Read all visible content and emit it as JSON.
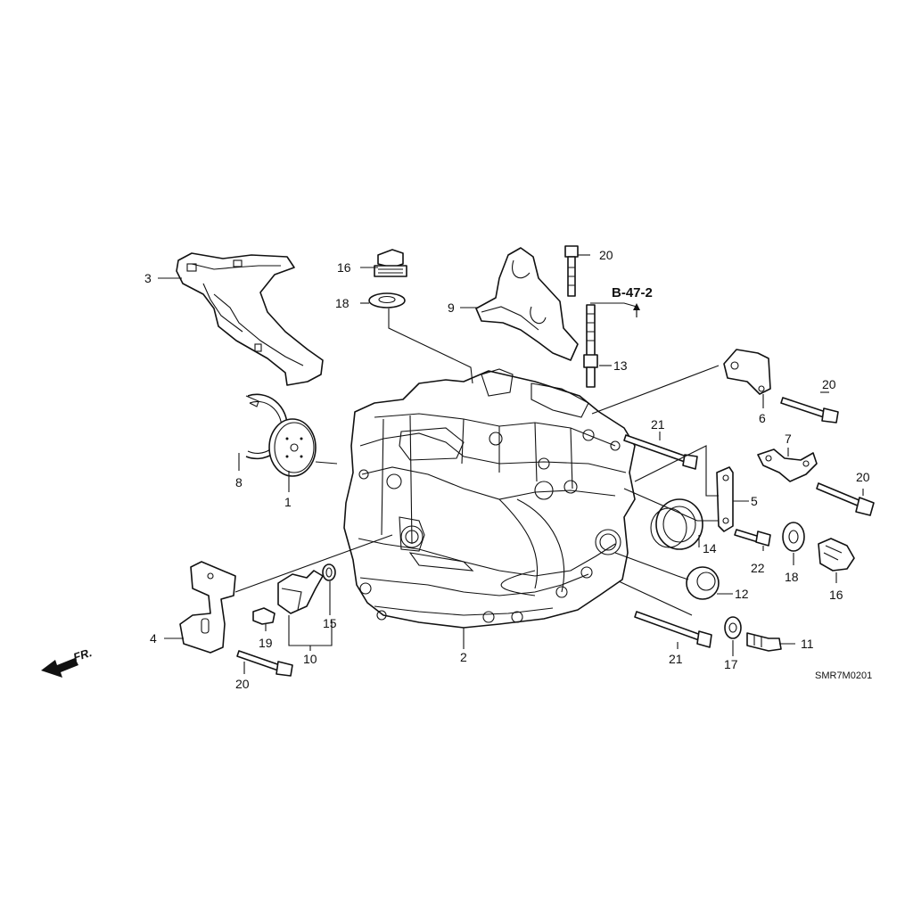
{
  "diagram": {
    "reference_label": "B-47-2",
    "drawing_code": "SMR7M0201",
    "direction_label": "FR.",
    "callouts": {
      "c1": "1",
      "c2": "2",
      "c3": "3",
      "c4": "4",
      "c5": "5",
      "c6": "6",
      "c7": "7",
      "c8": "8",
      "c9": "9",
      "c10": "10",
      "c11": "11",
      "c12": "12",
      "c13": "13",
      "c14": "14",
      "c15": "15",
      "c16a": "16",
      "c16b": "16",
      "c17": "17",
      "c18a": "18",
      "c18b": "18",
      "c19": "19",
      "c20a": "20",
      "c20b": "20",
      "c20c": "20",
      "c20d": "20",
      "c21a": "21",
      "c21b": "21",
      "c22": "22"
    }
  }
}
